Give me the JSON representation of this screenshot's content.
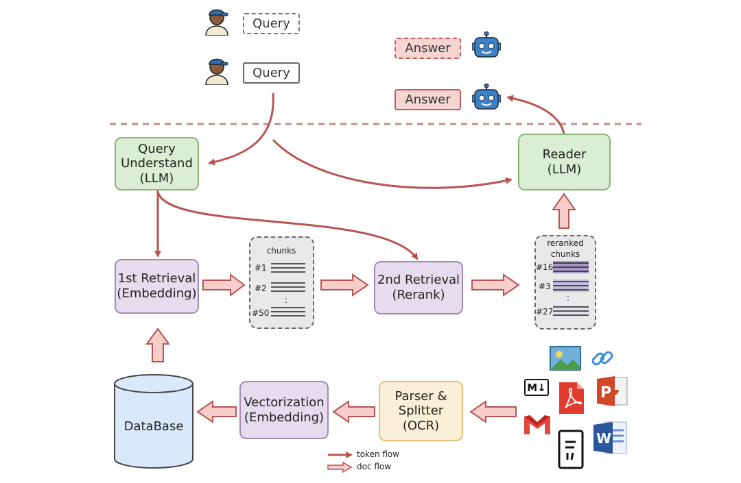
{
  "nodes": {
    "query_understand": "Query\nUnderstand\n(LLM)",
    "reader": "Reader\n(LLM)",
    "first_retrieval": "1st Retrieval\n(Embedding)",
    "second_retrieval": "2nd Retrieval\n(Rerank)",
    "vectorization": "Vectorization\n(Embedding)",
    "parser": "Parser &\nSplitter\n(OCR)",
    "database": "DataBase"
  },
  "queries": [
    "Query",
    "Query"
  ],
  "answers": [
    "Answer",
    "Answer"
  ],
  "chunks": {
    "title": "chunks",
    "items": [
      "#1",
      "#2",
      "#50"
    ],
    "ellipsis": ":"
  },
  "reranked": {
    "title_line1": "reranked",
    "title_line2": "chunks",
    "items": [
      "#16",
      "#3",
      "#27"
    ],
    "ellipsis": ":"
  },
  "legend": {
    "token_flow": "token flow",
    "doc_flow": "doc flow"
  },
  "doc_icons": {
    "markdown": "M↓"
  },
  "colors": {
    "arrow": "#b85450",
    "arrow_fill": "#f8cecc",
    "green_bg": "#dcedd5",
    "purple_bg": "#e6dced",
    "yellow_bg": "#fcefd8",
    "database_bg": "#dae8fc"
  }
}
